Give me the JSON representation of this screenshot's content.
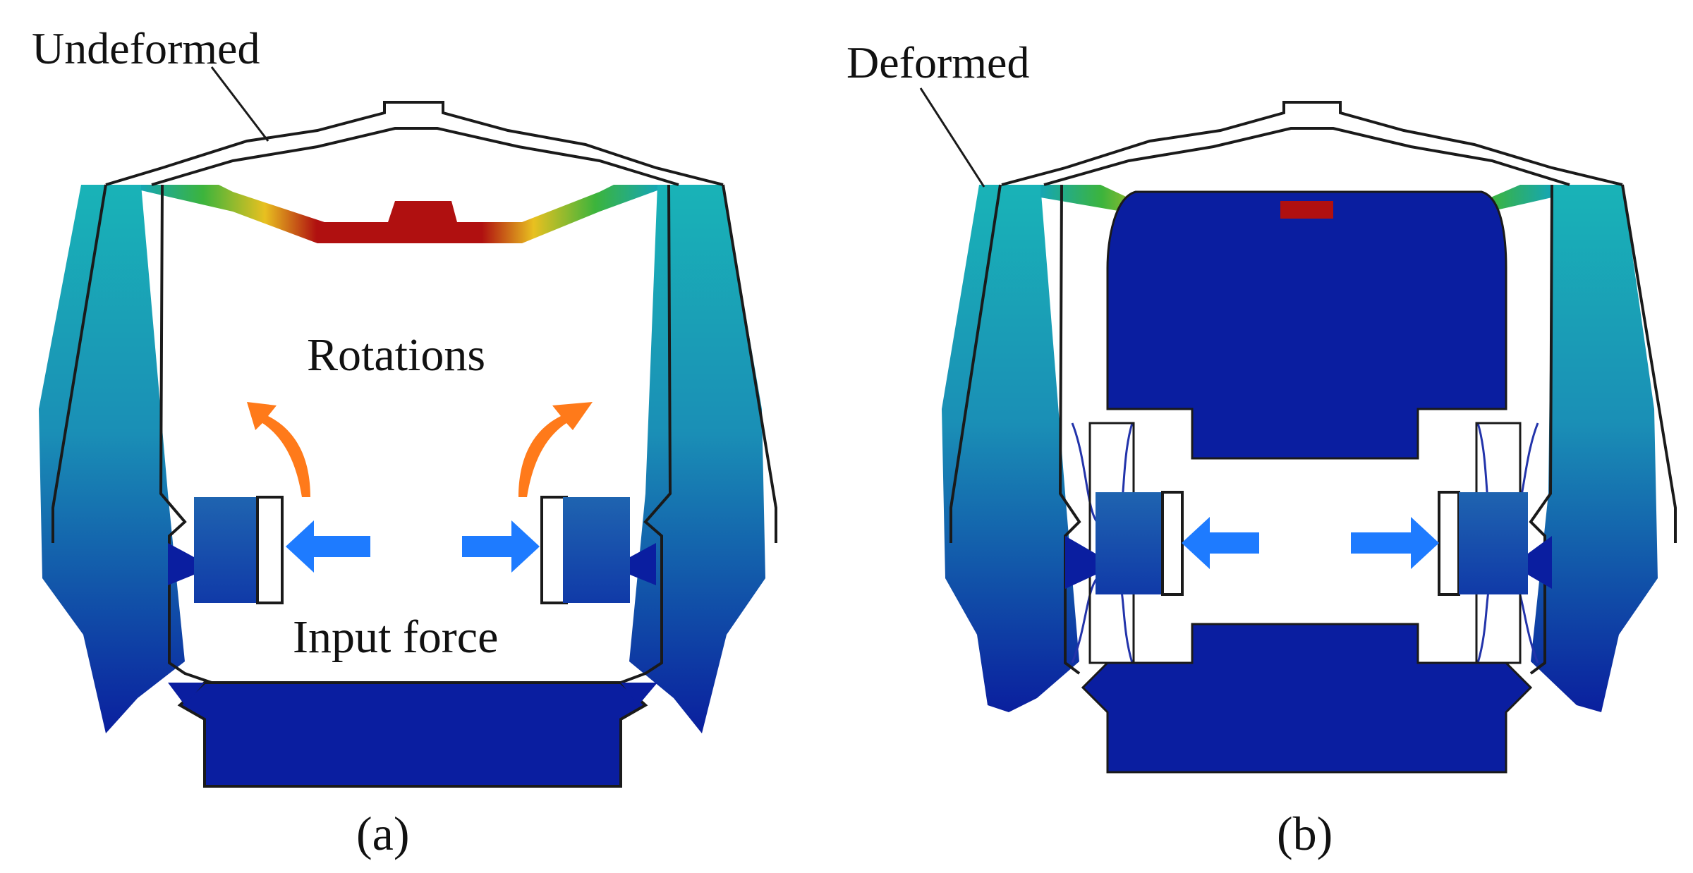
{
  "colors": {
    "low": "#0a1f9e",
    "mid": "#1f8fb4",
    "high_base": "#16b4b8",
    "peak": "#b01010",
    "warm": "#e8c020",
    "green": "#3cb43c",
    "outline": "#1a1a1a",
    "force_arrow": "#1e7bff",
    "rotation_arrow": "#ff7a1a",
    "deformed_outline": "#2233aa"
  },
  "panels": {
    "a": {
      "caption": "(a)",
      "callout": "Undeformed",
      "rotations_label": "Rotations",
      "input_force_label": "Input force"
    },
    "b": {
      "caption": "(b)",
      "callout": "Deformed"
    }
  },
  "icons": {
    "force_arrow": "blue-arrow-icon",
    "rotation_arrow": "orange-curved-arrow-icon"
  }
}
